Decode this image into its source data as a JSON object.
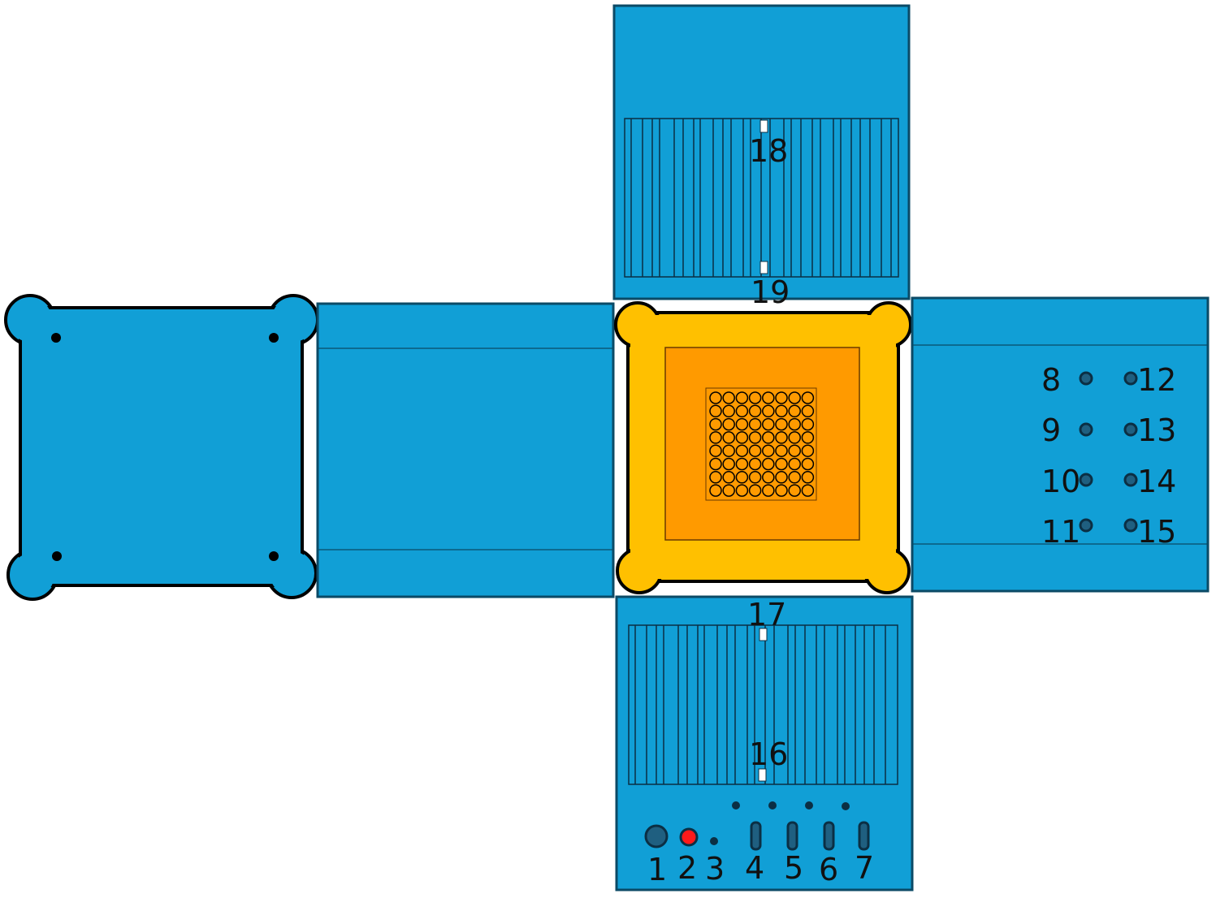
{
  "colors": {
    "panel_fill": "#119fd6",
    "panel_stroke": "#0b4a66",
    "yellow_frame": "#ffc000",
    "orange_inner": "#ff9a00",
    "red_dot": "#ff1a1a",
    "dark_dot": "#1f5f80",
    "outline": "#000000"
  },
  "labels": {
    "l1": "1",
    "l2": "2",
    "l3": "3",
    "l4": "4",
    "l5": "5",
    "l6": "6",
    "l7": "7",
    "l8": "8",
    "l9": "9",
    "l10": "10",
    "l11": "11",
    "l12": "12",
    "l13": "13",
    "l14": "14",
    "l15": "15",
    "l16": "16",
    "l17": "17",
    "l18": "18",
    "l19": "19"
  },
  "center_grid": {
    "rows": 8,
    "cols": 8
  }
}
